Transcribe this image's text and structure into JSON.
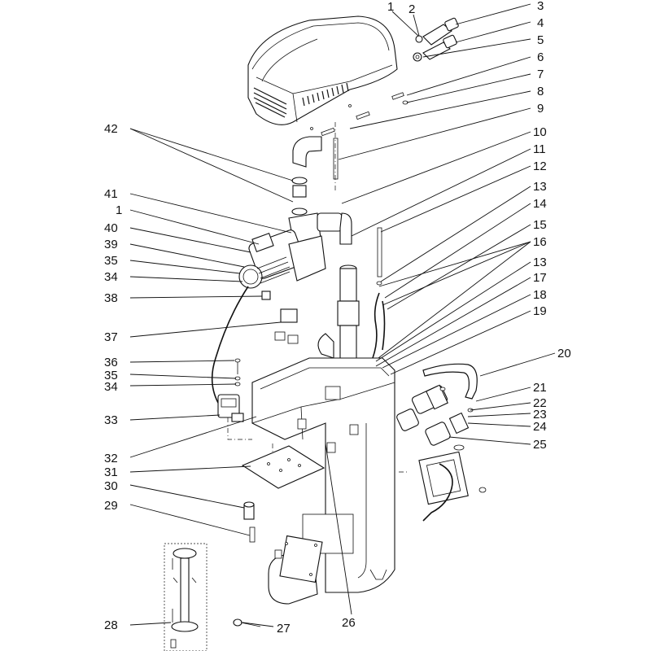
{
  "callouts": {
    "c1a": "1",
    "c2": "2",
    "c3": "3",
    "c4": "4",
    "c5": "5",
    "c6": "6",
    "c7": "7",
    "c8": "8",
    "c9": "9",
    "c10": "10",
    "c11": "11",
    "c12": "12",
    "c13a": "13",
    "c14": "14",
    "c15": "15",
    "c16": "16",
    "c13b": "13",
    "c17": "17",
    "c18": "18",
    "c19": "19",
    "c20": "20",
    "c21": "21",
    "c22": "22",
    "c23": "23",
    "c24": "24",
    "c25": "25",
    "c26": "26",
    "c27": "27",
    "c28": "28",
    "c29": "29",
    "c30": "30",
    "c31": "31",
    "c32": "32",
    "c33": "33",
    "c34a": "34",
    "c35a": "35",
    "c36": "36",
    "c37": "37",
    "c38": "38",
    "c34b": "34",
    "c35b": "35",
    "c39": "39",
    "c40": "40",
    "c1b": "1",
    "c41": "41",
    "c42": "42"
  }
}
